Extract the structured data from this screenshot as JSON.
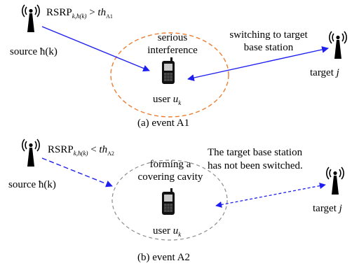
{
  "colors": {
    "blue": "#1e1ef0",
    "orange": "#ed7d31",
    "gray": "#8c8c8c",
    "black": "#000000"
  },
  "icons": {
    "tower": "base-station-tower-icon",
    "phone": "mobile-phone-icon"
  },
  "panel_a": {
    "rsrp": "RSRP",
    "rsrp_sub": "k,ħ(k)",
    "rsrp_op": ">",
    "th": "th",
    "th_sub": "A1",
    "source_label": "source ħ(k)",
    "serious_line1": "serious",
    "serious_line2": "interference",
    "switch_line1": "switching to target",
    "switch_line2": "base station",
    "user_label": "user",
    "user_var": "u",
    "user_sub": "k",
    "target_label": "target",
    "target_var": "j",
    "caption": "(a) event A1"
  },
  "panel_b": {
    "rsrp": "RSRP",
    "rsrp_sub": "k,ħ(k)",
    "rsrp_op": "<",
    "th": "th",
    "th_sub": "A2",
    "source_label": "source ħ(k)",
    "forming_line1": "forming a",
    "forming_line2": "covering cavity",
    "note_line1": "The target base station",
    "note_line2": "has not been switched.",
    "user_label": "user",
    "user_var": "u",
    "user_sub": "k",
    "target_label": "target",
    "target_var": "j",
    "caption": "(b) event A2"
  }
}
